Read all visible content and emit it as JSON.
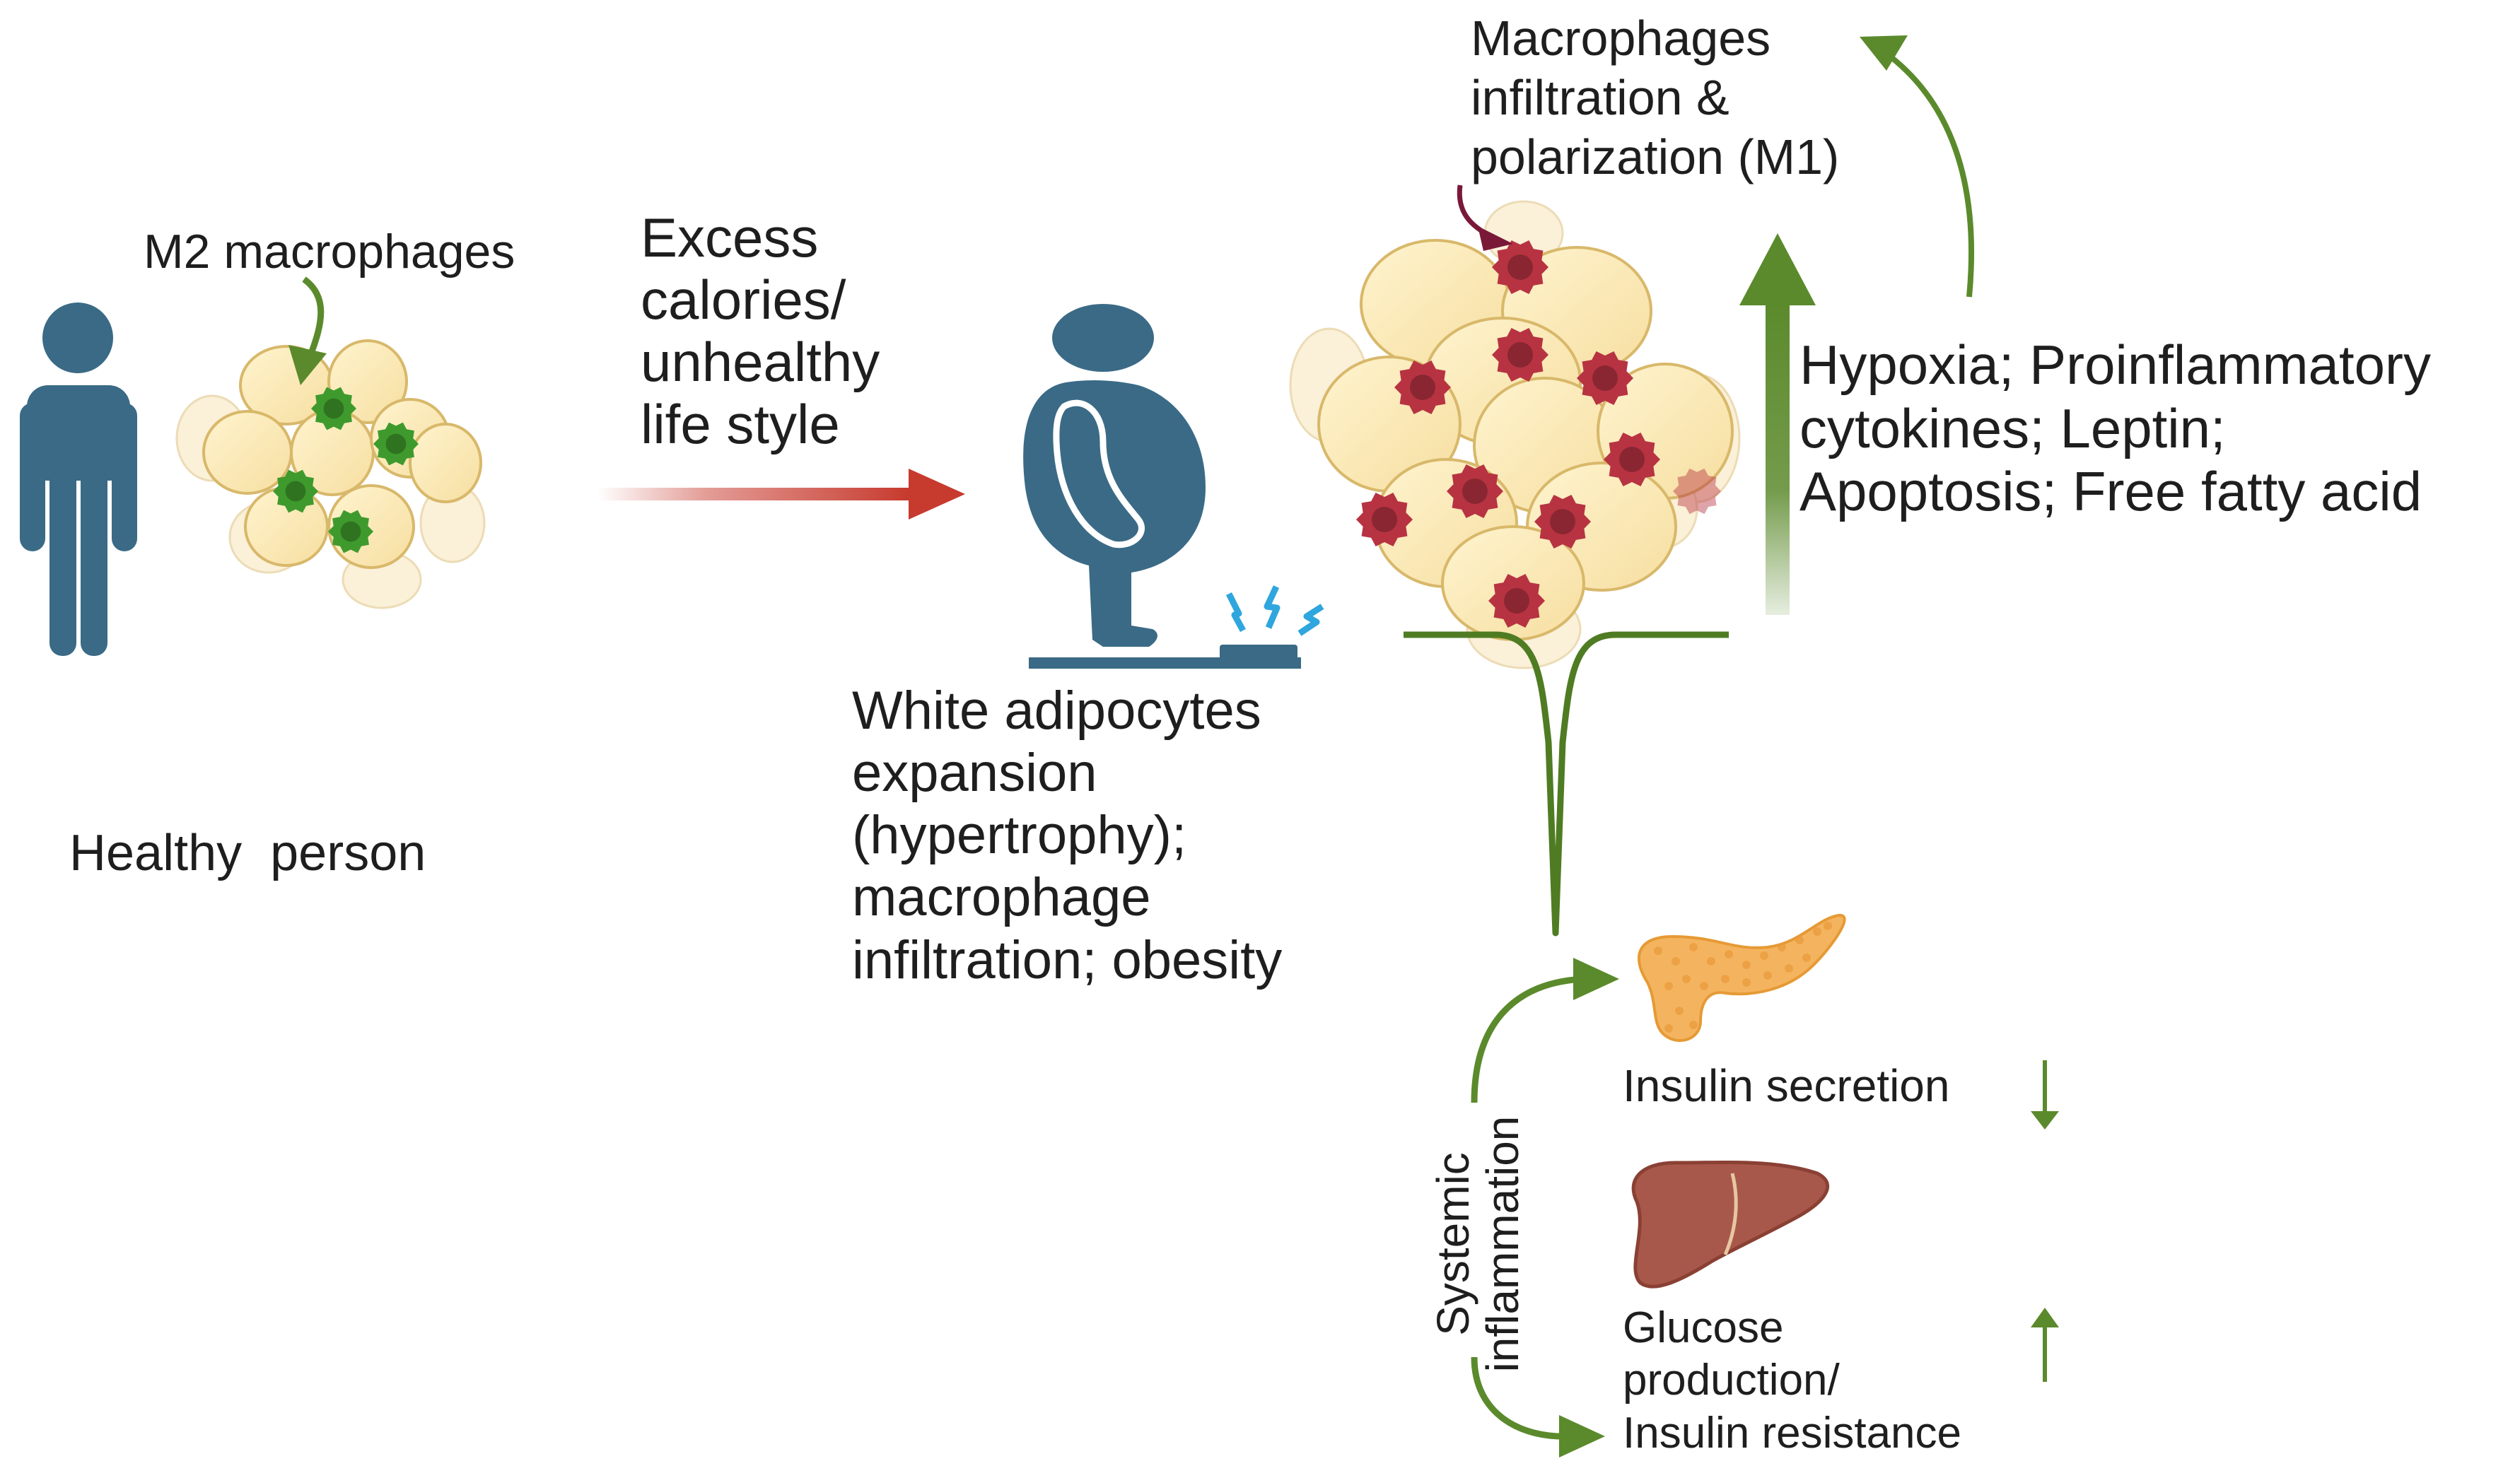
{
  "labels": {
    "m2_macrophages": "M2 macrophages",
    "healthy_person": "Healthy  person",
    "excess_calories": [
      "Excess",
      "calories/",
      "unhealthy",
      "life style"
    ],
    "white_adipocytes": [
      "White adipocytes",
      "expansion",
      "(hypertrophy);",
      "macrophage",
      "infiltration; obesity"
    ],
    "macrophages_infiltration": [
      "Macrophages",
      "infiltration &",
      "polarization (M1)"
    ],
    "factors": [
      "Hypoxia; Proinflammatory",
      "cytokines; Leptin;",
      "Apoptosis; Free fatty acid"
    ],
    "systemic_inflammation": [
      "Systemic",
      "inflammation"
    ],
    "insulin_secretion": "Insulin secretion",
    "glucose_production": [
      "Glucose",
      "production/",
      "Insulin resistance"
    ]
  },
  "indicators": {
    "insulin_secretion": "down",
    "glucose_production": "up"
  },
  "colors": {
    "person": "#3a6a86",
    "adipocyte_fill": "#fbe7b0",
    "adipocyte_stroke": "#d8b86a",
    "adipocyte_faded": "#fbf0d8",
    "m2_macrophage": "#3f9a2d",
    "m1_macrophage": "#b73342",
    "green_arrow": "#5b8a2c",
    "red_arrow": "#c73a2e",
    "lightning": "#2fa6dd",
    "pancreas": "#f4b45f",
    "liver": "#a8584a",
    "scale": "#3a6a86"
  },
  "icons": [
    "person-icon",
    "adipose-tissue-healthy-icon",
    "obese-person-on-scale-icon",
    "adipose-tissue-inflamed-icon",
    "pancreas-icon",
    "liver-icon"
  ]
}
